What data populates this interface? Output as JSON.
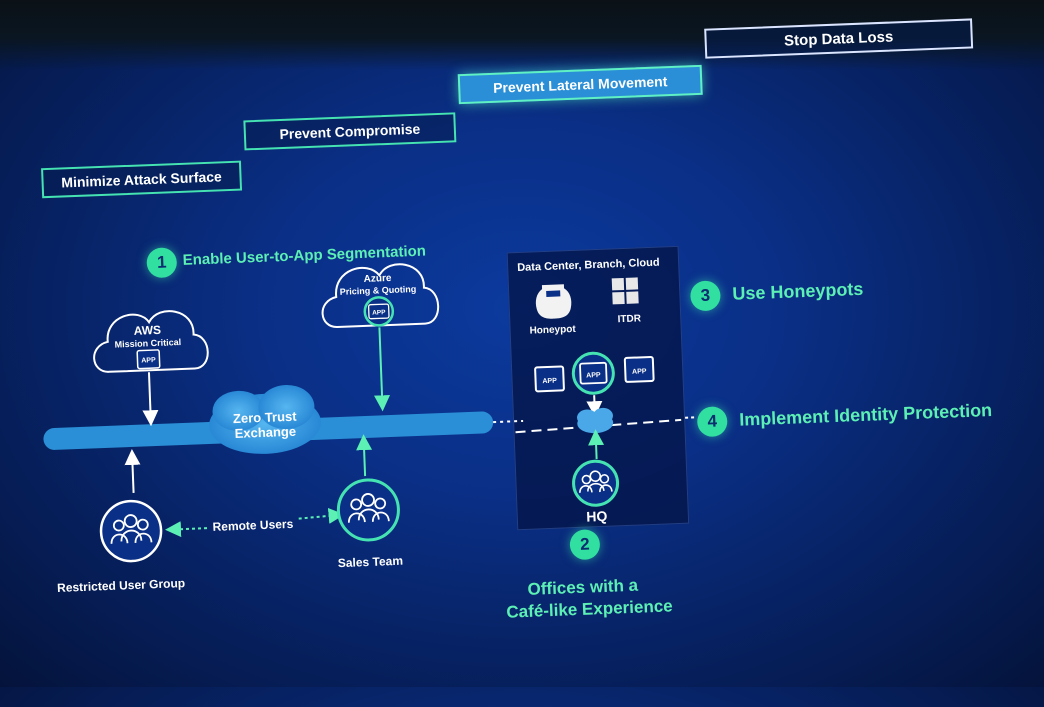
{
  "tabs": [
    {
      "label": "Minimize Attack Surface"
    },
    {
      "label": "Prevent Compromise"
    },
    {
      "label": "Prevent Lateral Movement"
    },
    {
      "label": "Stop Data Loss"
    }
  ],
  "steps": {
    "s1": {
      "num": "1",
      "label": "Enable User-to-App Segmentation"
    },
    "s2": {
      "num": "2",
      "label_line1": "Offices with a",
      "label_line2": "Café-like Experience"
    },
    "s3": {
      "num": "3",
      "label": "Use Honeypots"
    },
    "s4": {
      "num": "4",
      "label": "Implement Identity Protection"
    }
  },
  "clouds": {
    "aws": {
      "title": "AWS",
      "subtitle": "Mission Critical"
    },
    "azure": {
      "title": "Azure",
      "subtitle": "Pricing & Quoting"
    }
  },
  "app_badge": "APP",
  "exchange": {
    "line1": "Zero Trust",
    "line2": "Exchange"
  },
  "groups": {
    "restricted": "Restricted User Group",
    "remote": "Remote Users",
    "sales": "Sales Team",
    "hq": "HQ"
  },
  "datacenter": {
    "title": "Data Center, Branch, Cloud",
    "honeypot": "Honeypot",
    "itdr": "ITDR"
  },
  "colors": {
    "accent": "#46e3b2",
    "background": "#0a2f86",
    "highlight": "#2a8fd6"
  }
}
